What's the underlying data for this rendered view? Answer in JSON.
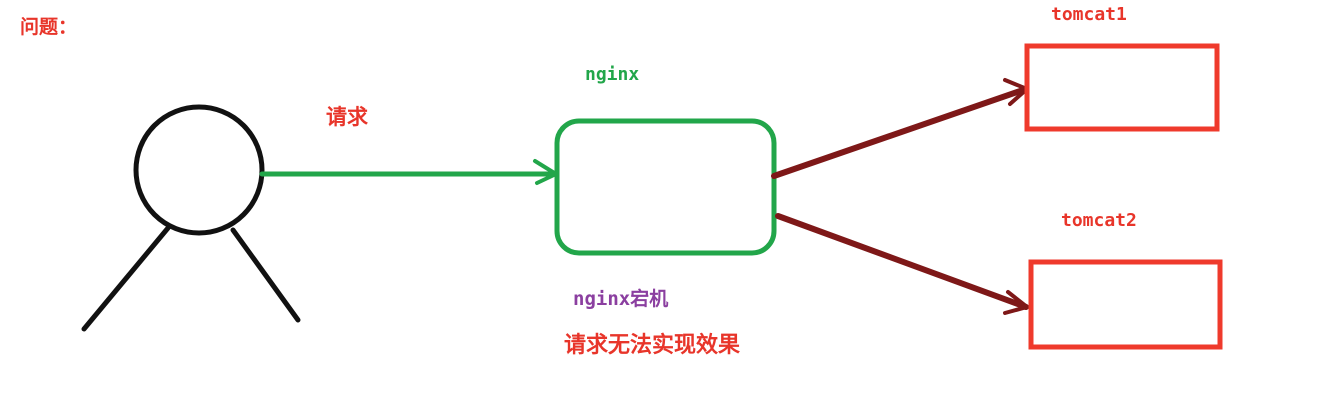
{
  "title": "问题：",
  "request_label": "请求",
  "nginx_label": "nginx",
  "nginx_host_label": "nginx宕机",
  "failure_text": "请求无法实现效果",
  "tomcat1_label": "tomcat1",
  "tomcat2_label": "tomcat2",
  "colors": {
    "red_text": "#e8352a",
    "green": "#22a64a",
    "purple": "#8b3fa0",
    "dark_red": "#7e1818",
    "box_red": "#ef3a2c",
    "stroke_black": "#111111"
  }
}
